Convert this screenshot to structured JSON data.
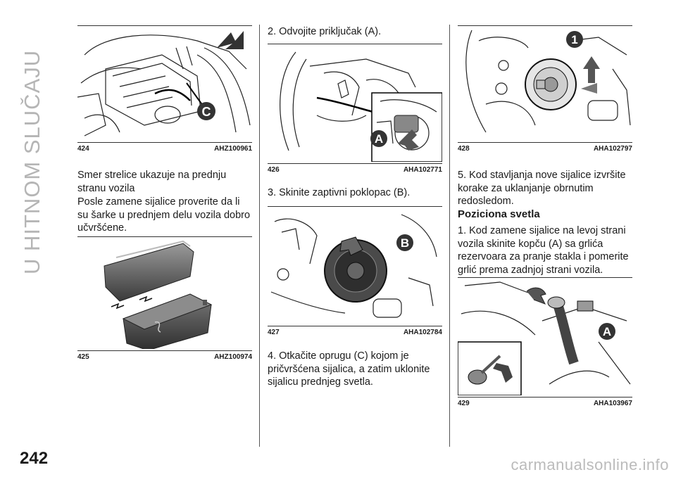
{
  "page": {
    "section_title": "U HITNOM SLUČAJU",
    "page_number": "242",
    "watermark": "carmanualsonline.info"
  },
  "figures": {
    "f424": {
      "number": "424",
      "code": "AHZ100961",
      "callout": "C"
    },
    "f425": {
      "number": "425",
      "code": "AHZ100974"
    },
    "f426": {
      "number": "426",
      "code": "AHA102771",
      "callout": "A"
    },
    "f427": {
      "number": "427",
      "code": "AHA102784",
      "callout": "B"
    },
    "f428": {
      "number": "428",
      "code": "AHA102797",
      "callout": "1"
    },
    "f429": {
      "number": "429",
      "code": "AHA103967",
      "callout": "A"
    }
  },
  "text": {
    "p_arrow": "Smer strelice ukazuje na prednju stranu vozila",
    "p_check": "Posle zamene sijalice proverite da li su šarke u prednjem delu vozila dobro učvršćene.",
    "step2": "2. Odvojite priključak (A).",
    "step3": "3. Skinite zaptivni poklopac (B).",
    "step4": "4. Otkačite oprugu (C) kojom je pričvršćena sijalica, a zatim uklonite sijalicu prednjeg svetla.",
    "step5": "5. Kod stavljanja nove sijalice izvršite korake za uklanjanje obrnutim redosledom.",
    "heading_position": "Poziciona svetla",
    "step_position1": "1. Kod zamene sijalice na levoj strani vozila skinite kopču (A) sa grlića rezervoara za pranje stakla i pomerite grlić prema zadnjoj strani vozila."
  }
}
